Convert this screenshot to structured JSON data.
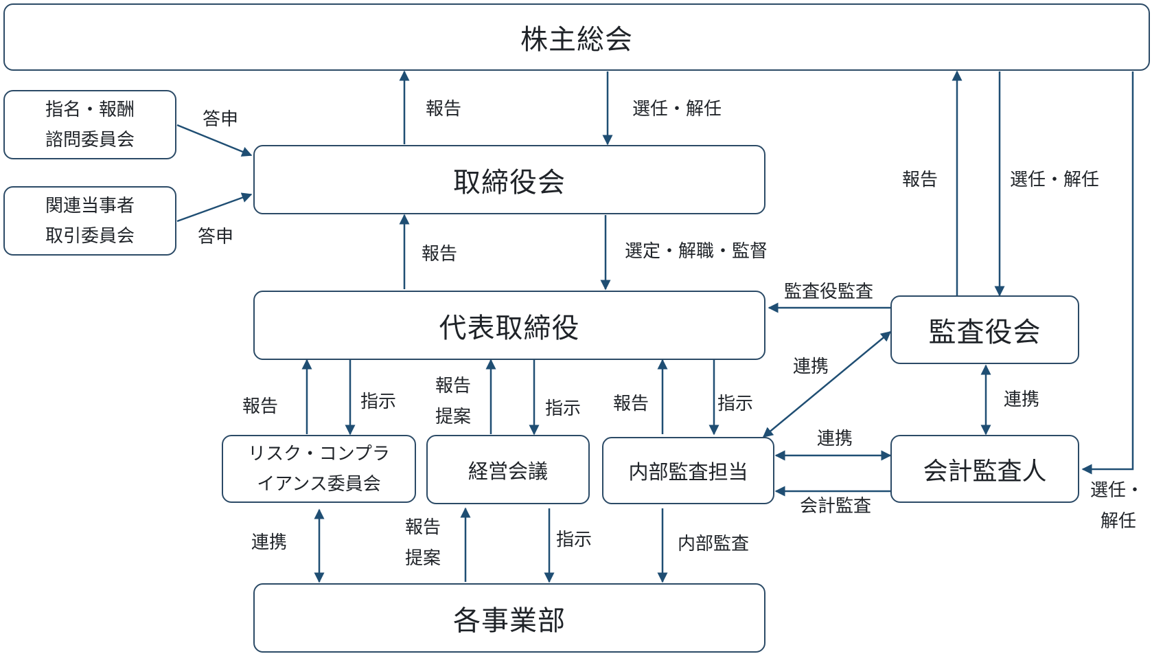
{
  "nodes": {
    "shareholders": "株主総会",
    "nomination_l1": "指名・報酬",
    "nomination_l2": "諮問委員会",
    "related_l1": "関連当事者",
    "related_l2": "取引委員会",
    "board": "取締役会",
    "president": "代表取締役",
    "auditors_board": "監査役会",
    "risk_l1": "リスク・コンプラ",
    "risk_l2": "イアンス委員会",
    "management": "経営会議",
    "internal_audit": "内部監査担当",
    "accounting_auditor": "会計監査人",
    "divisions": "各事業部"
  },
  "labels": {
    "toushin_1": "答申",
    "toushin_2": "答申",
    "report_board_to_gm": "報告",
    "appoint_board": "選任・解任",
    "report_pres_to_board": "報告",
    "select_supervise": "選定・解職・監督",
    "report_aud_to_gm": "報告",
    "appoint_auditors": "選任・解任",
    "auditor_audit": "監査役監査",
    "coop_ia_auditors": "連携",
    "coop_auditors_acc": "連携",
    "coop_ia_acc": "連携",
    "accounting_audit": "会計監査",
    "appoint_acc_l1": "選任・",
    "appoint_acc_l2": "解任",
    "report_risk": "報告",
    "instruct_risk": "指示",
    "report_mgmt_l1": "報告",
    "report_mgmt_l2": "提案",
    "instruct_mgmt": "指示",
    "report_ia": "報告",
    "instruct_ia": "指示",
    "coop_risk_div": "連携",
    "report_div_l1": "報告",
    "report_div_l2": "提案",
    "instruct_div": "指示",
    "internal_audit_label": "内部監査"
  },
  "colors": {
    "line": "#1f4e73",
    "box_border": "#2b4a66",
    "text": "#1f2328"
  }
}
